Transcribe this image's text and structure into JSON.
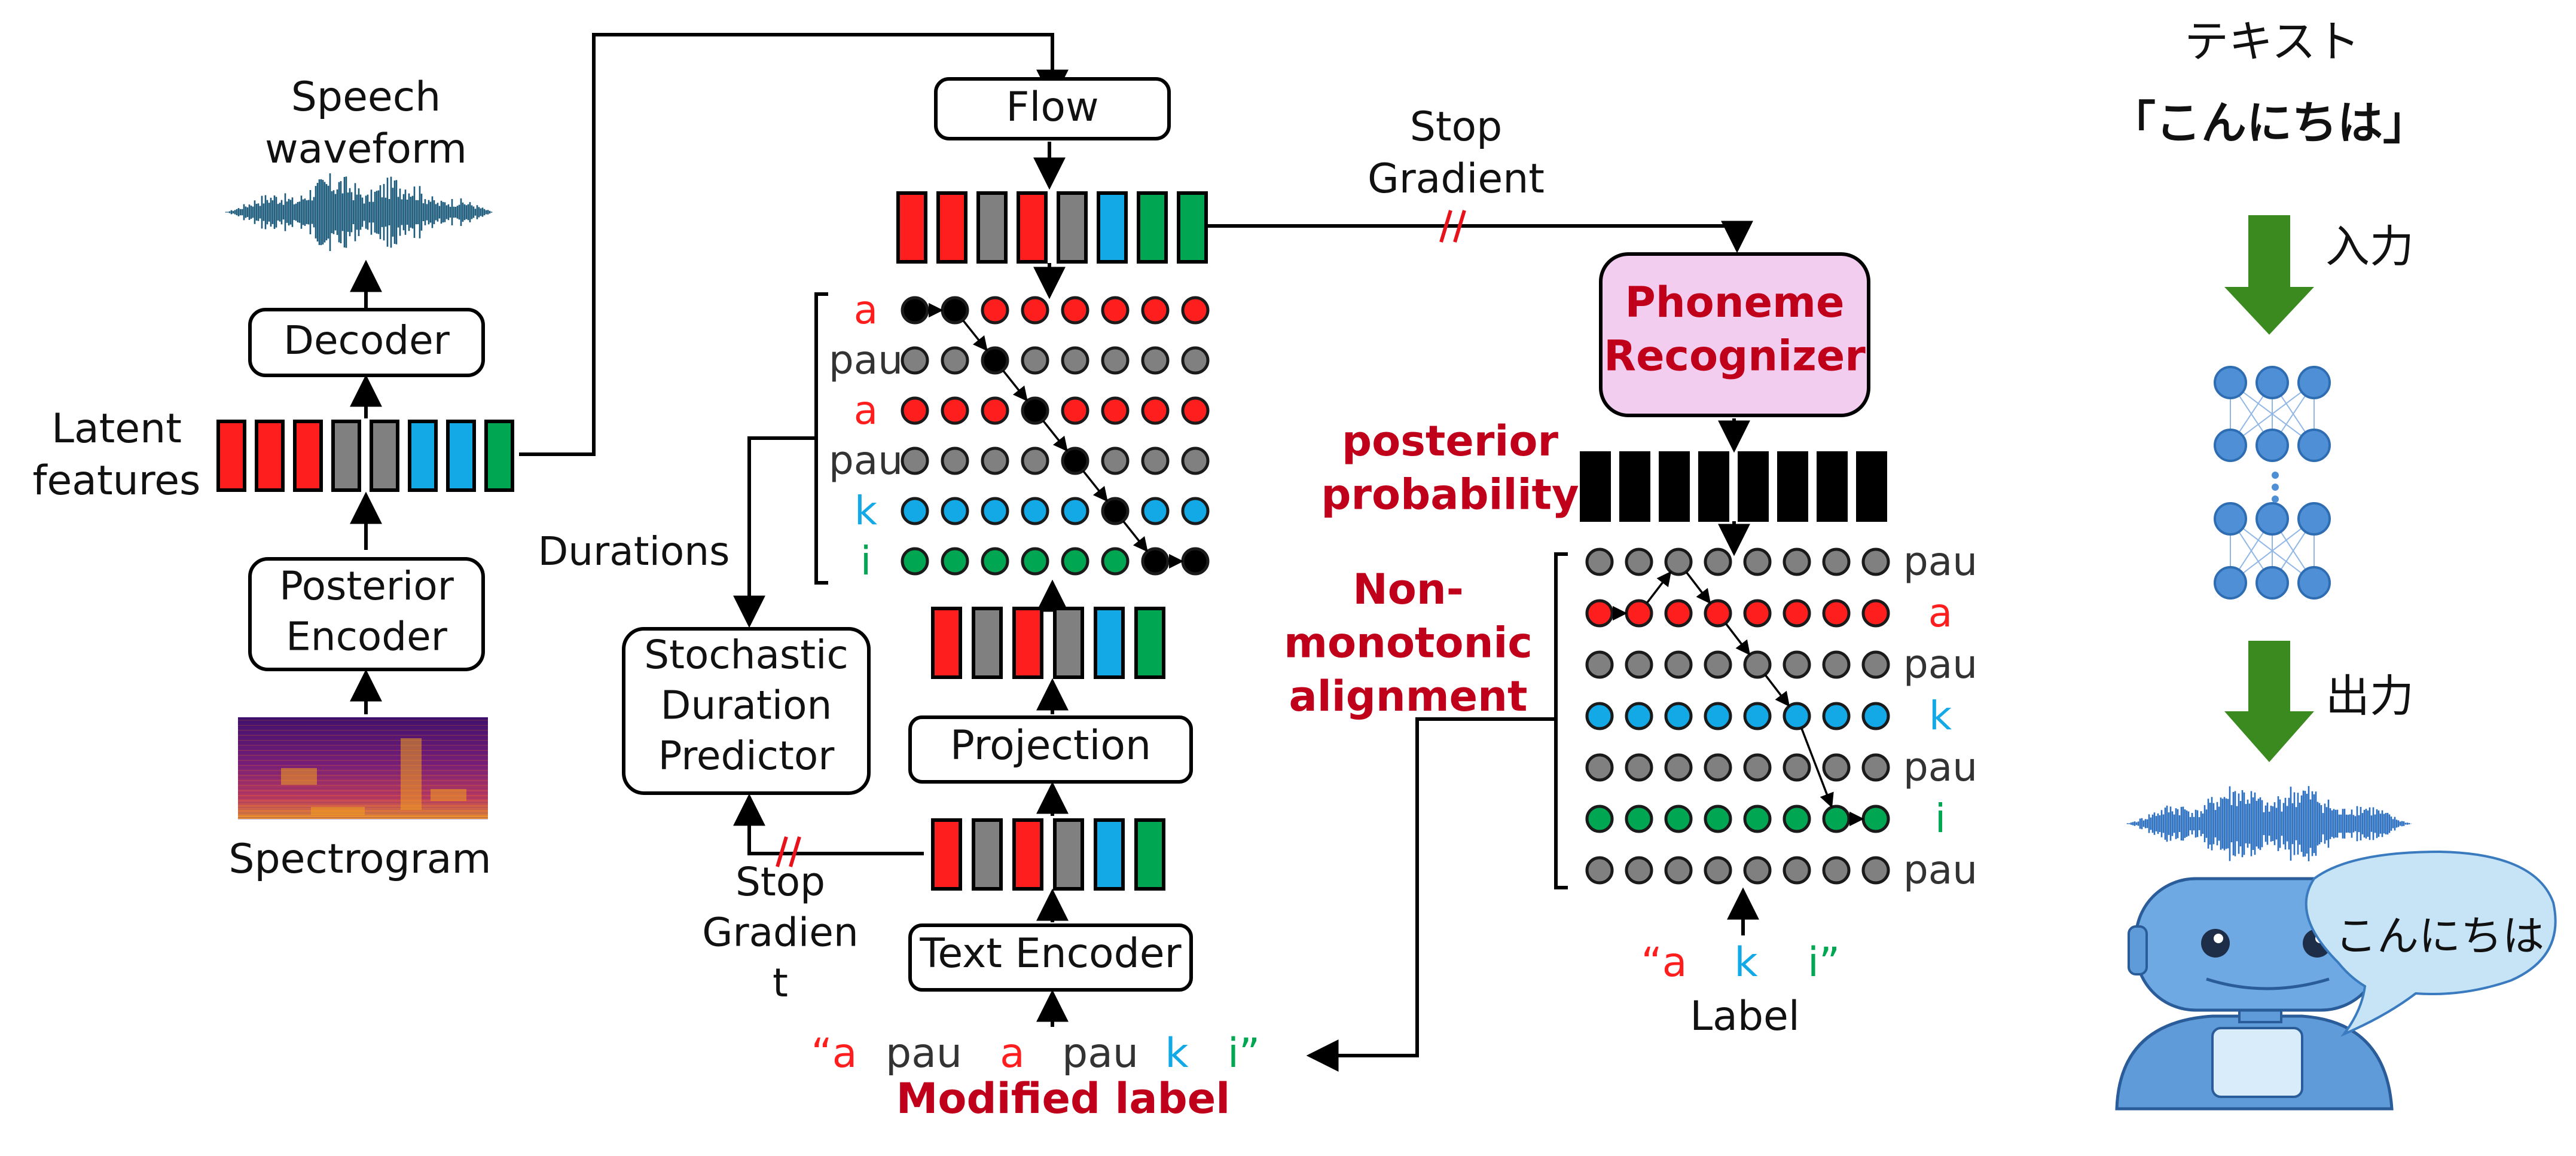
{
  "colors": {
    "red": "#ff1e1e",
    "gray": "#808080",
    "cyan": "#12a9e6",
    "green": "#00a651",
    "dark_red": "#c0001a",
    "waveform": "#1b5a7a",
    "robot_wave": "#2a6fbf",
    "recognizer_fill": "#f3cdef",
    "arrow_green": "#3a8a1f",
    "nn_node": "#4f8fd6"
  },
  "left": {
    "speech_waveform": "Speech\nwaveform",
    "decoder": "Decoder",
    "latent_features": "Latent\nfeatures",
    "posterior_encoder": "Posterior\nEncoder",
    "spectrogram": "Spectrogram"
  },
  "center": {
    "flow": "Flow",
    "durations": "Durations",
    "sdp": "Stochastic\nDuration\nPredictor",
    "projection": "Projection",
    "text_encoder": "Text Encoder",
    "stop_gradient_left": "Stop\nGradien\nt",
    "modified_label_title": "Modified label",
    "align_rows": [
      "a",
      "pau",
      "a",
      "pau",
      "k",
      "i"
    ],
    "modified_label_tokens": [
      "“a",
      "pau",
      "a",
      "pau",
      "k",
      "i”"
    ]
  },
  "right": {
    "stop_gradient": "Stop\nGradient",
    "phoneme_recognizer": "Phoneme\nRecognizer",
    "posterior_probability": "posterior\nprobability",
    "non_monotonic": "Non-\nmonotonic\nalignment",
    "align_rows": [
      "pau",
      "a",
      "pau",
      "k",
      "pau",
      "i",
      "pau"
    ],
    "label_tokens": [
      "“a",
      "k",
      "i”"
    ],
    "label": "Label"
  },
  "far_right": {
    "text_title": "テキスト",
    "konnichiwa_quoted": "「こんにちは」",
    "input": "入力",
    "output": "出力",
    "bubble": "こんにちは"
  }
}
